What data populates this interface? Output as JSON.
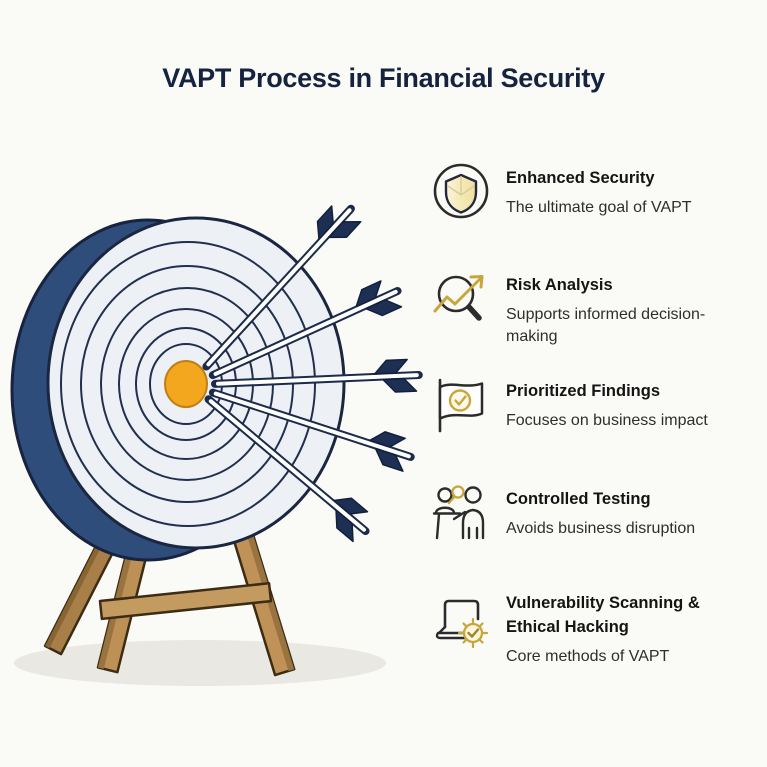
{
  "title": "VAPT Process in Financial Security",
  "illustration": {
    "name": "dartboard-with-five-arrows-on-wooden-easel",
    "colors": {
      "board_rim_navy": "#2e4d7b",
      "board_face": "#edf1f6",
      "ring_stroke": "#22304e",
      "bullseye_gold": "#f3a71f",
      "arrow_fletching_navy": "#1d3054",
      "arrow_shaft_white": "#ffffff",
      "easel_wood": "#bd9156",
      "ground_shadow": "#e9e8e3"
    }
  },
  "accent": {
    "gold": "#c9a63c",
    "navy": "#16233f",
    "icon_stroke": "#2b2b2b"
  },
  "items": [
    {
      "icon": "shield-circle-icon",
      "title": "Enhanced Security",
      "subtitle": "The ultimate goal of VAPT"
    },
    {
      "icon": "risk-trend-magnifier-icon",
      "title": "Risk Analysis",
      "subtitle": "Supports informed decision-making"
    },
    {
      "icon": "flag-check-icon",
      "title": "Prioritized Findings",
      "subtitle": "Focuses on business impact"
    },
    {
      "icon": "people-collaboration-icon",
      "title": "Controlled Testing",
      "subtitle": "Avoids business disruption"
    },
    {
      "icon": "laptop-scan-icon",
      "title": "Vulnerability Scanning & Ethical Hacking",
      "subtitle": "Core methods of VAPT"
    }
  ]
}
